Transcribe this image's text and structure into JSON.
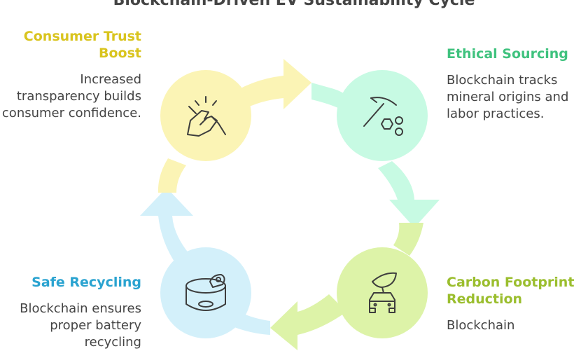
{
  "title": "Blockchain-Driven EV Sustainability Cycle",
  "colors": {
    "yellow": "#FBF4B5",
    "yellow_text": "#D9C41E",
    "green": "#C7FAE3",
    "green_text": "#3FC27E",
    "lime": "#DDF3A8",
    "lime_text": "#9BBE2E",
    "blue": "#D3F0FA",
    "blue_text": "#2AA3D0",
    "icon_stroke": "#3d3d3d"
  },
  "stages": {
    "top_left": {
      "heading": "Consumer Trust Boost",
      "description": "Increased transparency builds consumer confidence.",
      "icon": "handshake-icon"
    },
    "top_right": {
      "heading": "Ethical Sourcing",
      "description": "Blockchain tracks mineral origins and labor practices.",
      "icon": "pickaxe-minerals-icon"
    },
    "bottom_right": {
      "heading": "Carbon Footprint Reduction",
      "description": "Blockchain",
      "icon": "car-leaf-icon"
    },
    "bottom_left": {
      "heading": "Safe Recycling",
      "description": "Blockchain ensures proper battery recycling",
      "icon": "recycle-can-icon"
    }
  }
}
